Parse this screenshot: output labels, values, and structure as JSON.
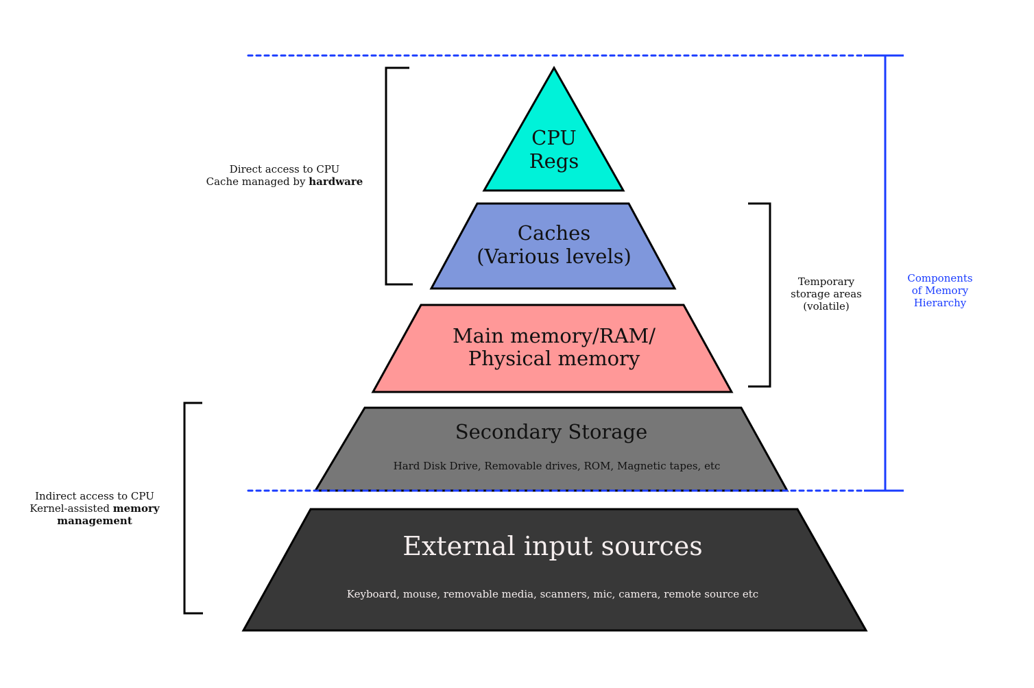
{
  "diagram": {
    "title": "Components of Memory Hierarchy",
    "colors": {
      "cpu_regs": "#00F2D9",
      "caches": "#7F97DC",
      "main_memory": "#FF9898",
      "secondary_storage": "#777777",
      "external_input": "#383838",
      "outline": "#000000",
      "hierarchy_marker": "#1A3CFF"
    },
    "levels": [
      {
        "id": "cpu-regs",
        "lines": [
          "CPU",
          "Regs"
        ],
        "sublabel": ""
      },
      {
        "id": "caches",
        "lines": [
          "Caches",
          "(Various levels)"
        ],
        "sublabel": ""
      },
      {
        "id": "main-memory",
        "lines": [
          "Main memory/RAM/",
          "Physical memory"
        ],
        "sublabel": ""
      },
      {
        "id": "secondary-storage",
        "lines": [
          "Secondary Storage"
        ],
        "sublabel": "Hard Disk Drive, Removable drives, ROM, Magnetic tapes, etc"
      },
      {
        "id": "external-input",
        "lines": [
          "External input sources"
        ],
        "sublabel": "Keyboard, mouse, removable media, scanners, mic, camera, remote source etc"
      }
    ],
    "annotations": {
      "direct": {
        "line1": "Direct access to CPU",
        "line2_prefix": "Cache managed by ",
        "line2_bold": "hardware"
      },
      "indirect": {
        "line1": "Indirect access to CPU",
        "line2_prefix": "Kernel-assisted ",
        "line2_bold": "memory",
        "line3_bold": "management"
      },
      "temporary": {
        "line1": "Temporary",
        "line2": "storage areas",
        "line3": "(volatile)"
      },
      "components": {
        "line1": "Components",
        "line2": "of Memory",
        "line3": "Hierarchy"
      }
    }
  }
}
